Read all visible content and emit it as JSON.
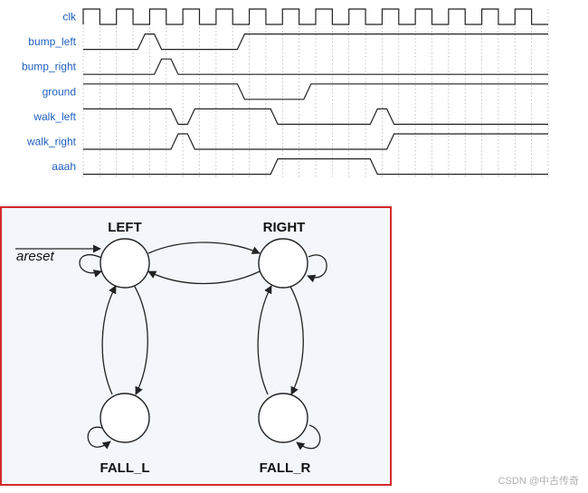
{
  "timing": {
    "clock_cycles": 14,
    "signals": [
      {
        "name": "clk",
        "kind": "clock"
      },
      {
        "name": "bump_left",
        "kind": "level",
        "initial": 0,
        "edges": [
          3.5,
          4.5,
          9.5
        ]
      },
      {
        "name": "bump_right",
        "kind": "level",
        "initial": 0,
        "edges": [
          4.5,
          5.5
        ]
      },
      {
        "name": "ground",
        "kind": "level",
        "initial": 1,
        "edges": [
          9.5,
          13.5
        ]
      },
      {
        "name": "walk_left",
        "kind": "level",
        "initial": 1,
        "edges": [
          5.5,
          6.5,
          11.5,
          17.5,
          18.5
        ]
      },
      {
        "name": "walk_right",
        "kind": "level",
        "initial": 0,
        "edges": [
          5.5,
          6.5,
          18.5
        ]
      },
      {
        "name": "aaah",
        "kind": "level",
        "initial": 0,
        "edges": [
          11.5,
          17.5
        ]
      }
    ],
    "colors": {
      "label": "#1f5fbf",
      "wave": "#222222",
      "grid": "#aaaaaa"
    }
  },
  "fsm": {
    "states": [
      {
        "id": "LEFT",
        "label": "LEFT"
      },
      {
        "id": "RIGHT",
        "label": "RIGHT"
      },
      {
        "id": "FALL_L",
        "label": "FALL_L"
      },
      {
        "id": "FALL_R",
        "label": "FALL_R"
      }
    ],
    "reset_label": "areset",
    "colors": {
      "background": "#f3f7fc",
      "border": "#d42a2a",
      "state_fill": "#ffffff",
      "stroke": "#222222"
    }
  },
  "watermark": "CSDN @中古传奇"
}
